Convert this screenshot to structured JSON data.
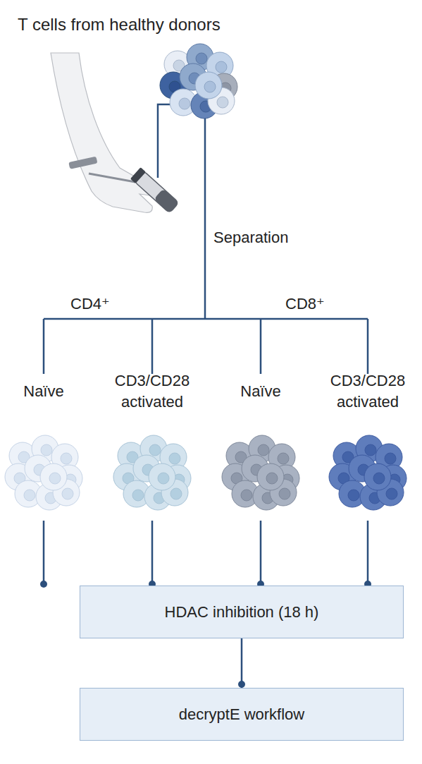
{
  "diagram": {
    "title": "T cells from healthy donors",
    "nodes": [
      {
        "text": [
          "HDAC inhibition (18 h)"
        ]
      },
      {
        "text": [
          "decryptE workflow"
        ]
      }
    ],
    "edges": [
      {
        "from": 0,
        "to": 1,
        "arrow": "none"
      }
    ],
    "labels": [
      "Separation",
      "CD4⁺",
      "CD8⁺",
      "Naïve",
      "CD3/CD28 activated",
      "Naïve",
      "CD3/CD28 activated"
    ]
  }
}
